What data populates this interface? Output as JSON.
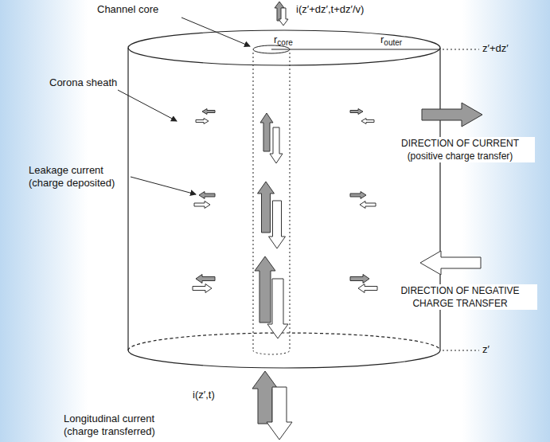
{
  "diagram": {
    "labels": [
      "Channel core",
      "i(z′+dz′,t+dz′/v)",
      "rcore",
      "router",
      "z′+dz′",
      "Corona sheath",
      "Leakage current (charge deposited)",
      "z′",
      "i(z′,t)",
      "Longitudinal current (charge transferred)"
    ],
    "legend": [
      {
        "text": "DIRECTION OF CURRENT (positive charge transfer)"
      },
      {
        "text": "DIRECTION OF NEGATIVE CHARGE TRANSFER"
      }
    ]
  }
}
